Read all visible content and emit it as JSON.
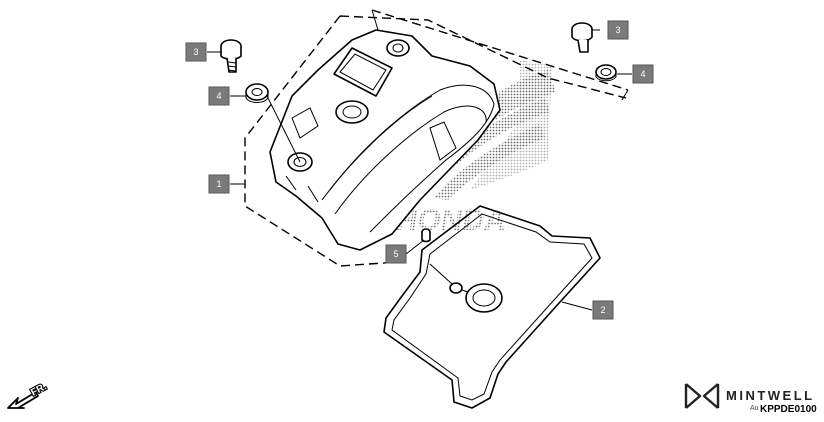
{
  "callouts": [
    {
      "id": "c1",
      "label": "1"
    },
    {
      "id": "c2",
      "label": "2"
    },
    {
      "id": "c3a",
      "label": "3"
    },
    {
      "id": "c3b",
      "label": "3"
    },
    {
      "id": "c4a",
      "label": "4"
    },
    {
      "id": "c4b",
      "label": "4"
    },
    {
      "id": "c5",
      "label": "5"
    }
  ],
  "front_marker": "FR.",
  "watermark_text": "HONDA",
  "brand": {
    "name": "MINTWELL",
    "subtitle": "Au"
  },
  "diagram_code": "KPPDE0100",
  "colors": {
    "callout_fill": "#7a7a7a",
    "callout_text": "#ffffff",
    "line": "#000000",
    "watermark_dots": "#555555"
  }
}
